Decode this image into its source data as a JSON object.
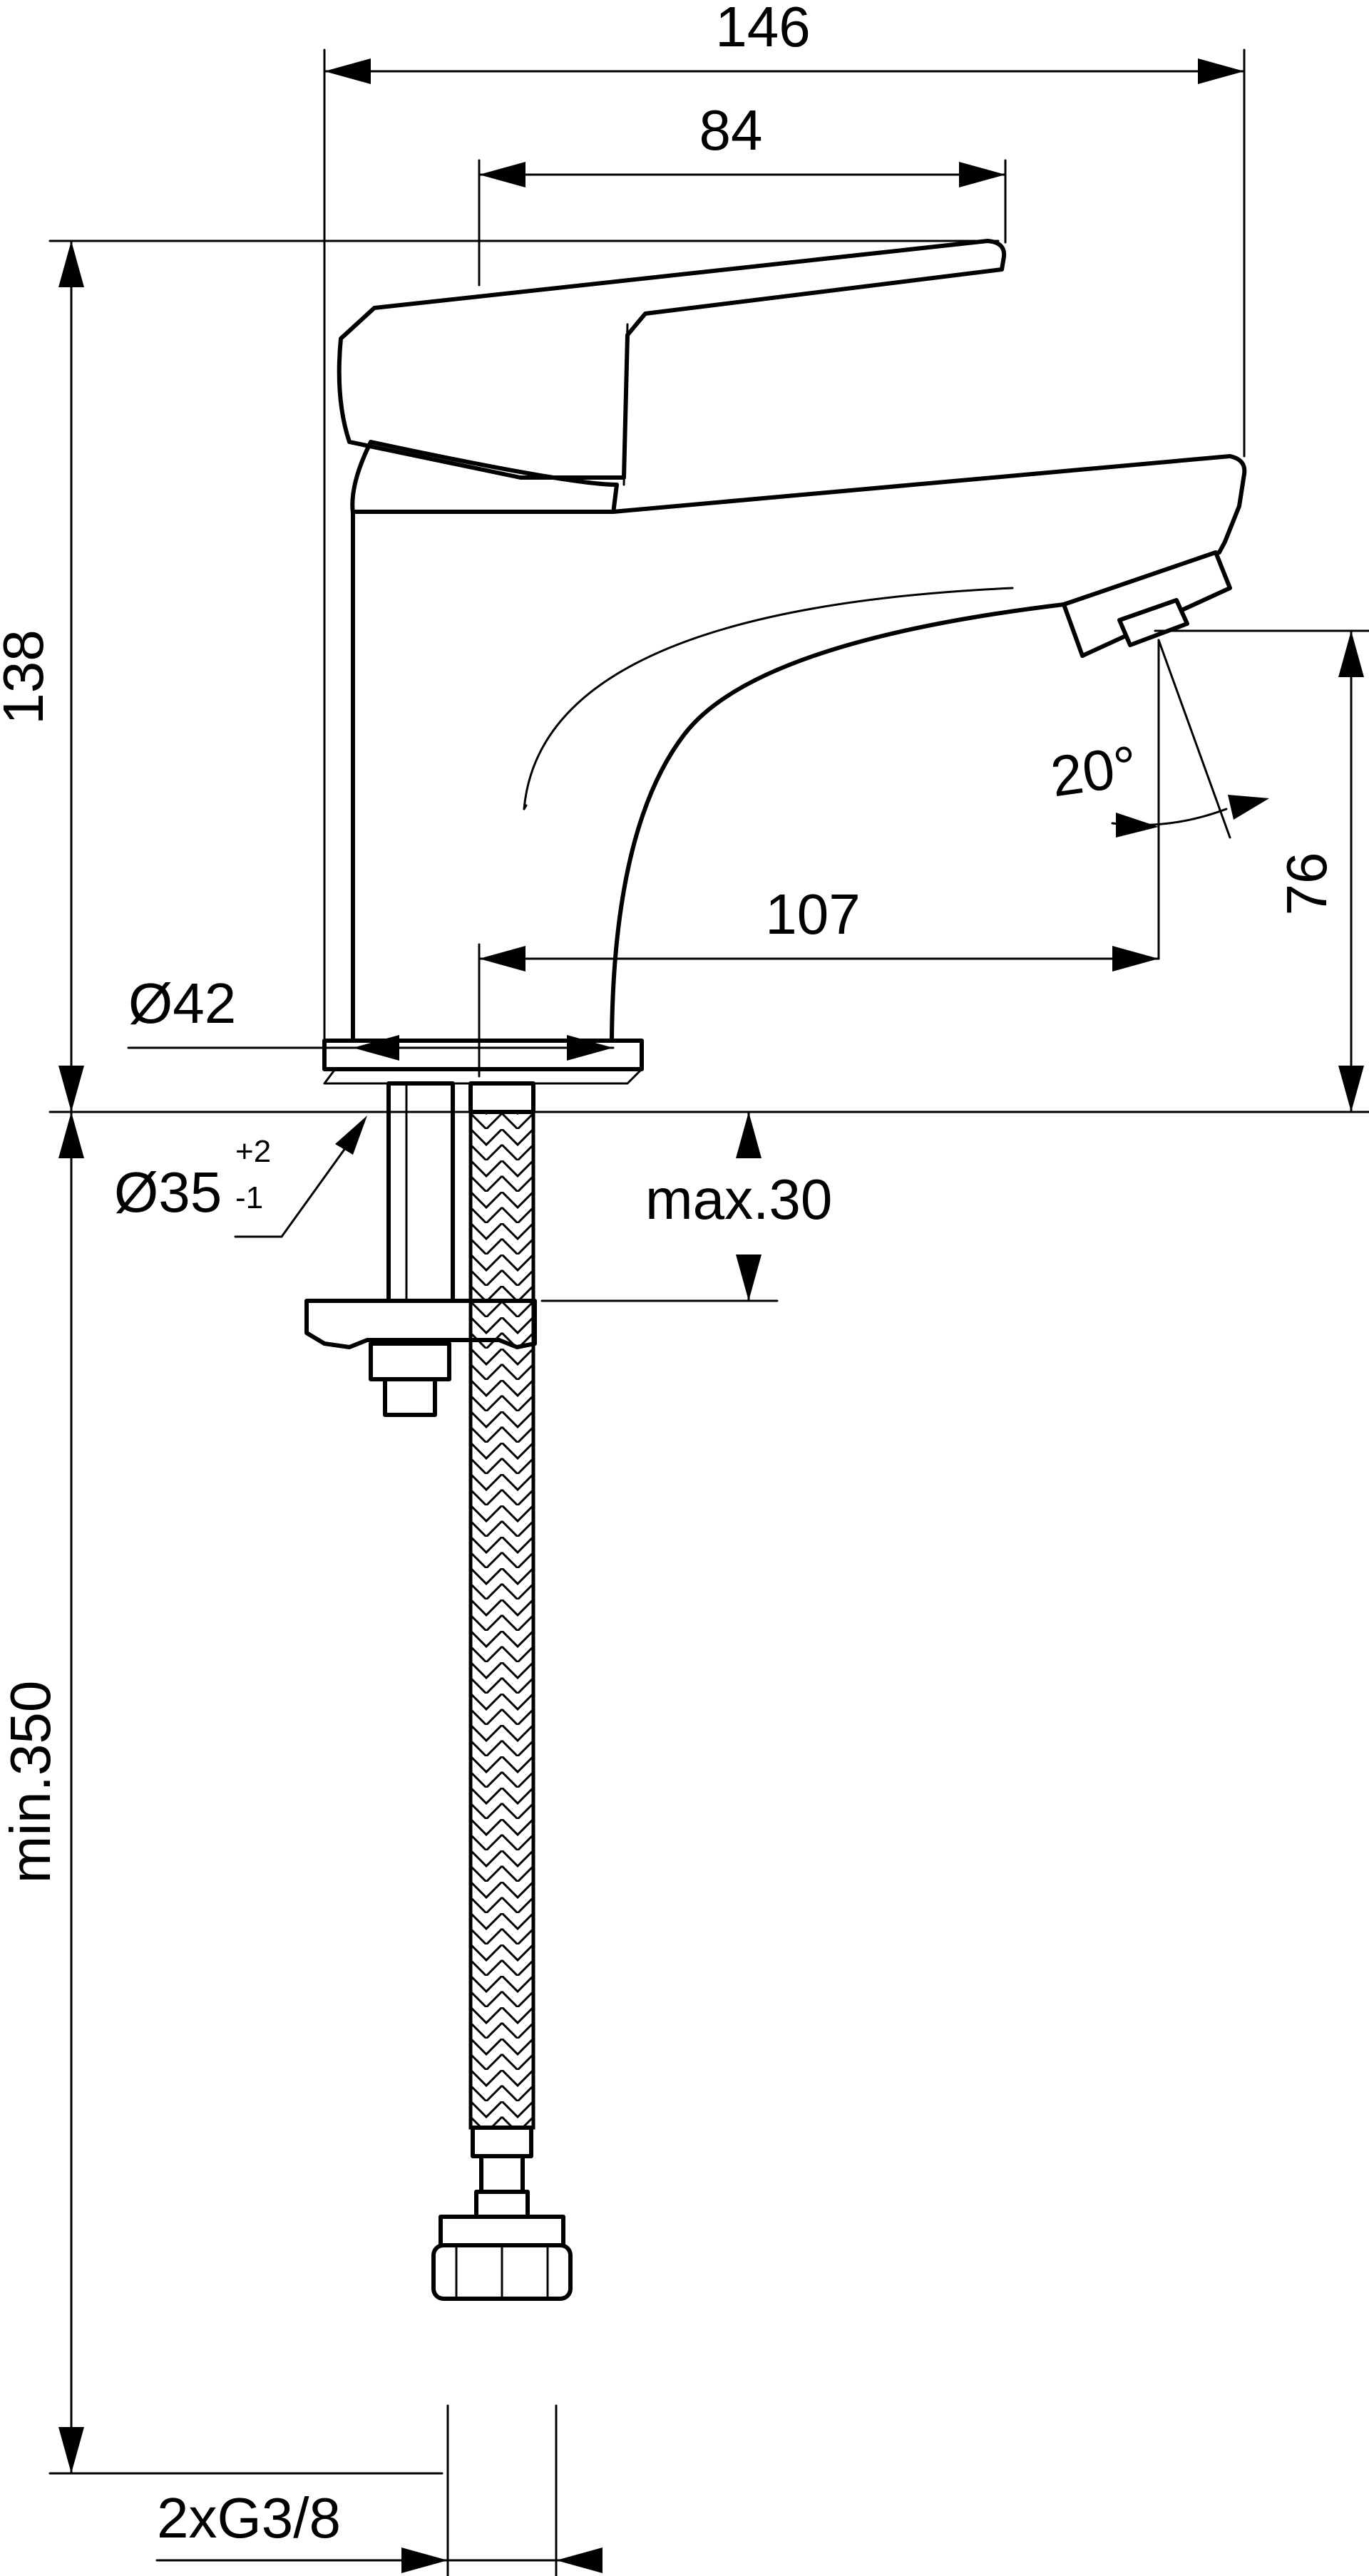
{
  "dimensions": {
    "overall_width": "146",
    "lever_length": "84",
    "height": "138",
    "spout_height": "76",
    "spout_angle": "20°",
    "spout_reach": "107",
    "base_diameter": "Ø42",
    "hole_diameter": "Ø35",
    "hole_tol_plus": "+2",
    "hole_tol_minus": "-1",
    "max_thickness": "max.30",
    "hose_length": "min.350",
    "connection": "2xG3/8"
  }
}
